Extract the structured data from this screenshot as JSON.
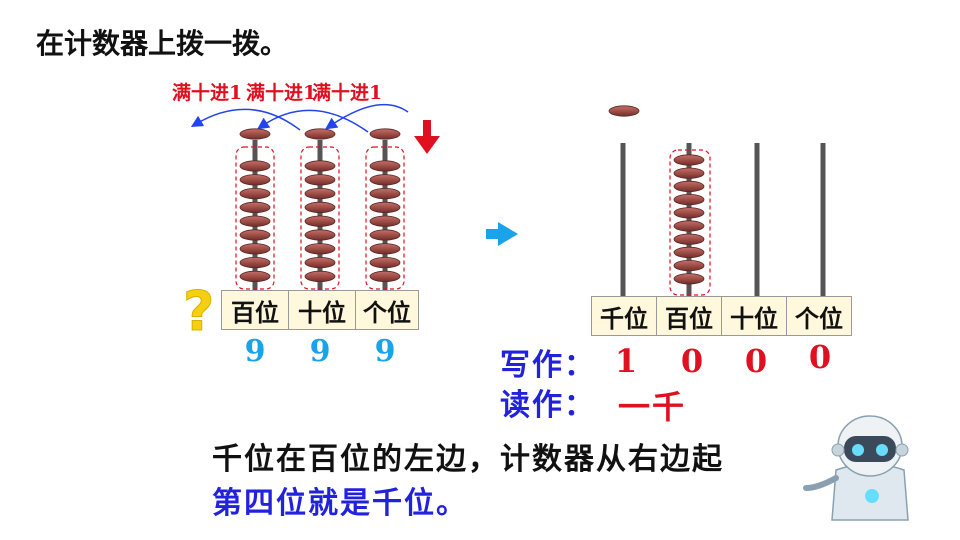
{
  "title": "在计数器上拨一拨。",
  "carry_label": "满十进1",
  "left_abacus": {
    "place_labels": [
      "百位",
      "十位",
      "个位"
    ],
    "digits": [
      "9",
      "9",
      "9"
    ],
    "question_mark": "?"
  },
  "right_abacus": {
    "place_labels": [
      "千位",
      "百位",
      "十位",
      "个位"
    ]
  },
  "write": {
    "label": "写作：",
    "digits": [
      "1",
      "0",
      "0",
      "0"
    ]
  },
  "read": {
    "label": "读作：",
    "value": "一千"
  },
  "explanation": {
    "line1": "千位在百位的左边，计数器从右边起",
    "line2": "第四位就是千位。"
  },
  "colors": {
    "bead": "#a0504a",
    "red": "#e01020",
    "blue": "#2222dd",
    "cyan": "#1aa3e8"
  }
}
